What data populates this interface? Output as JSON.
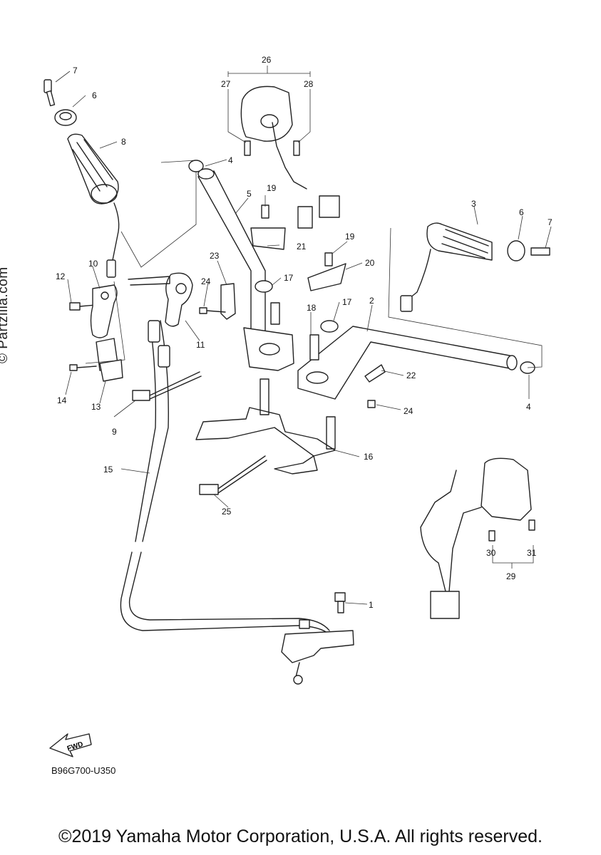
{
  "watermark": "© Partzilla.com",
  "diagram_code": "B96G700-U350",
  "copyright": "©2019 Yamaha Motor Corporation, U.S.A. All rights reserved.",
  "fwd_arrow": {
    "label": "FWD"
  },
  "callouts": [
    "1",
    "2",
    "3",
    "4",
    "4",
    "5",
    "6",
    "6",
    "7",
    "7",
    "8",
    "9",
    "10",
    "11",
    "12",
    "13",
    "14",
    "15",
    "16",
    "17",
    "17",
    "18",
    "19",
    "19",
    "20",
    "21",
    "22",
    "23",
    "24",
    "24",
    "25",
    "26",
    "27",
    "28",
    "29",
    "30",
    "31"
  ]
}
